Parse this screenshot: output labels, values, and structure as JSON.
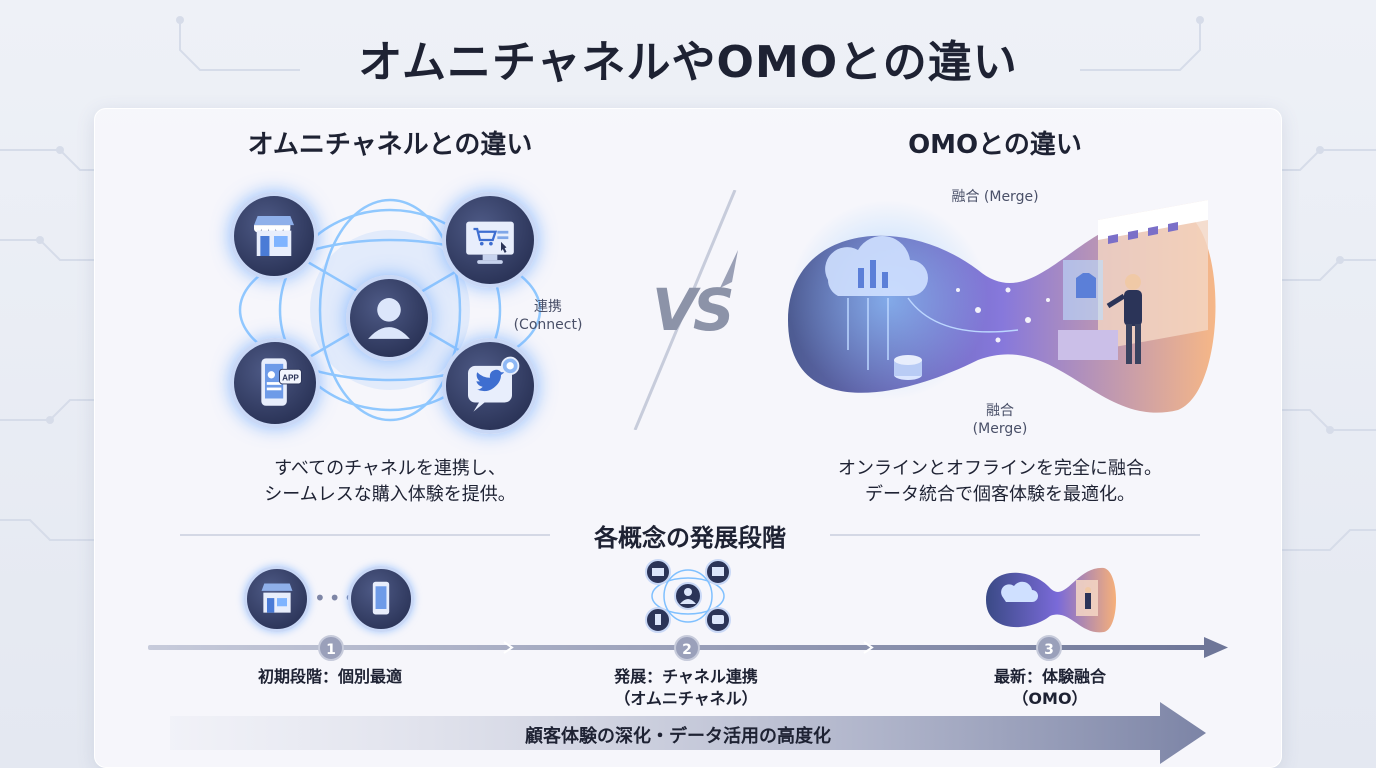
{
  "title": "オムニチャネルやOMOとの違い",
  "left_section": {
    "title": "オムニチャネルとの違い",
    "connect_label_1": "連携",
    "connect_label_2": "(Connect)",
    "desc_line1": "すべてのチャネルを連携し、",
    "desc_line2": "シームレスな購入体験を提供。",
    "icons": [
      "store-icon",
      "ecommerce-monitor-icon",
      "user-icon",
      "mobile-app-icon",
      "social-bird-icon"
    ],
    "app_badge": "APP"
  },
  "vs_text": "VS",
  "right_section": {
    "title": "OMOとの違い",
    "merge_label_top": "融合 (Merge)",
    "merge_label_bottom_1": "融合",
    "merge_label_bottom_2": "(Merge)",
    "desc_line1": "オンラインとオフラインを完全に融合。",
    "desc_line2": "データ統合で個客体験を最適化。",
    "icons": [
      "cloud-data-icon",
      "storefront-icon",
      "person-icon"
    ]
  },
  "stages_section": {
    "title": "各概念の発展段階",
    "stages": [
      {
        "num": "1",
        "label_line1": "初期段階：個別最適",
        "label_line2": ""
      },
      {
        "num": "2",
        "label_line1": "発展：チャネル連携",
        "label_line2": "（オムニチャネル）"
      },
      {
        "num": "3",
        "label_line1": "最新：体験融合",
        "label_line2": "（OMO）"
      }
    ],
    "banner": "顧客体験の深化・データ活用の高度化"
  },
  "colors": {
    "accent_blue": "#6fb2ff",
    "accent_purple": "#a98cf0",
    "accent_orange": "#ffb36a",
    "node_dark": "#2b3458",
    "timeline": "#7e86a6"
  }
}
